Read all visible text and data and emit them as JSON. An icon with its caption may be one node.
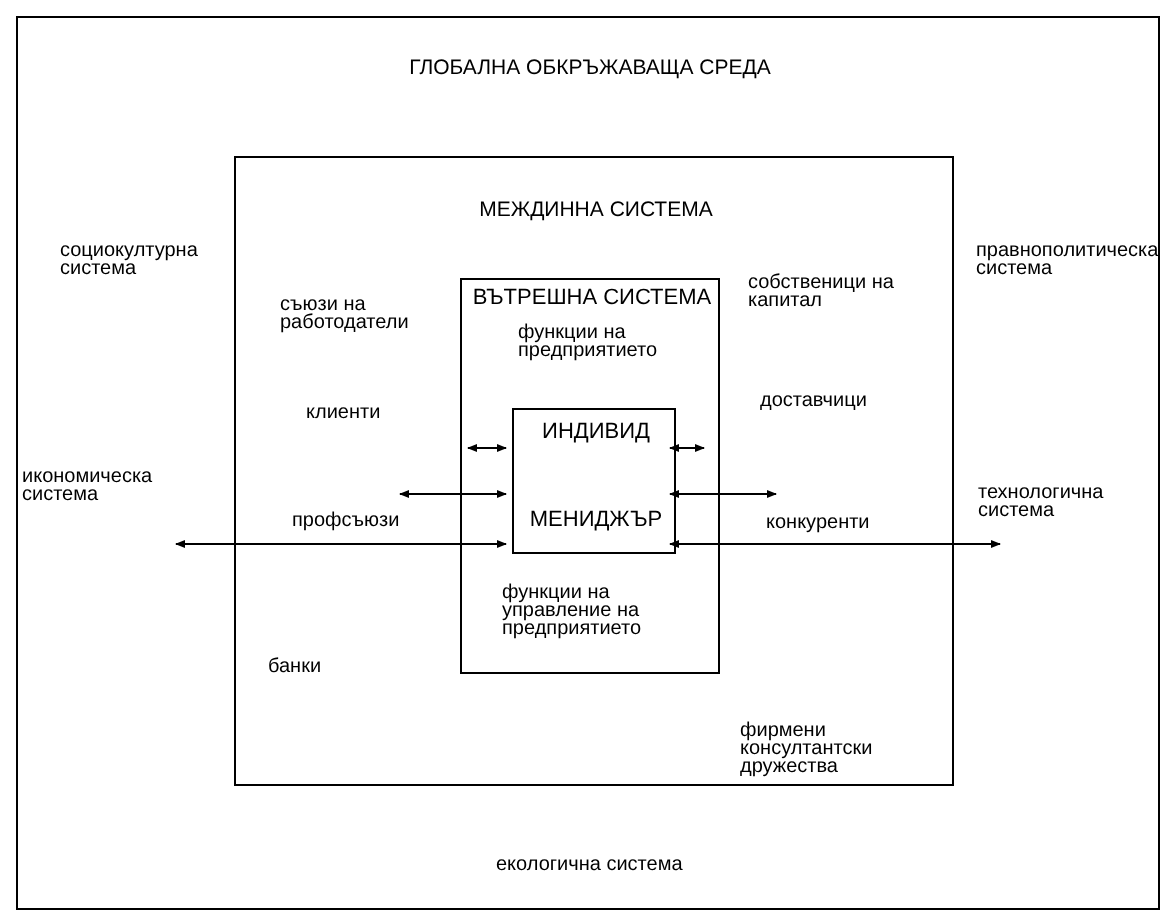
{
  "diagram": {
    "nodes": [
      {
        "text": [
          "ГЛОБАЛНА ОБКРЪЖАВАЩА СРЕДА"
        ]
      },
      {
        "text": [
          "МЕЖДИННА СИСТЕМА"
        ],
        "in": 0
      },
      {
        "text": [
          "ВЪТРЕШНА СИСТЕМА",
          "функции на предприятието",
          "функции на управление на предприятието"
        ],
        "in": 1
      },
      {
        "text": [
          "ИНДИВИД",
          "МЕНИДЖЪР"
        ],
        "in": 2
      },
      {
        "text": [
          "икономическа система"
        ],
        "in": 0
      },
      {
        "text": [
          "технологична система"
        ],
        "in": 0
      },
      {
        "text": [
          "профсъюзи"
        ],
        "in": 1
      },
      {
        "text": [
          "конкуренти"
        ],
        "in": 1
      }
    ],
    "edges": [
      {
        "from": null,
        "to": 3,
        "arrow": "both"
      },
      {
        "from": 3,
        "to": null,
        "arrow": "both"
      },
      {
        "from": 6,
        "to": 3,
        "arrow": "both"
      },
      {
        "from": 3,
        "to": 7,
        "arrow": "both"
      },
      {
        "from": 4,
        "to": 3,
        "arrow": "both"
      },
      {
        "from": 3,
        "to": 5,
        "arrow": "both"
      }
    ],
    "labels": [
      "социокултурна система",
      "правнополитическа система",
      "съюзи на работодатели",
      "собственици на капитал",
      "клиенти",
      "доставчици",
      "банки",
      "фирмени консултантски дружества",
      "екологична система"
    ]
  }
}
